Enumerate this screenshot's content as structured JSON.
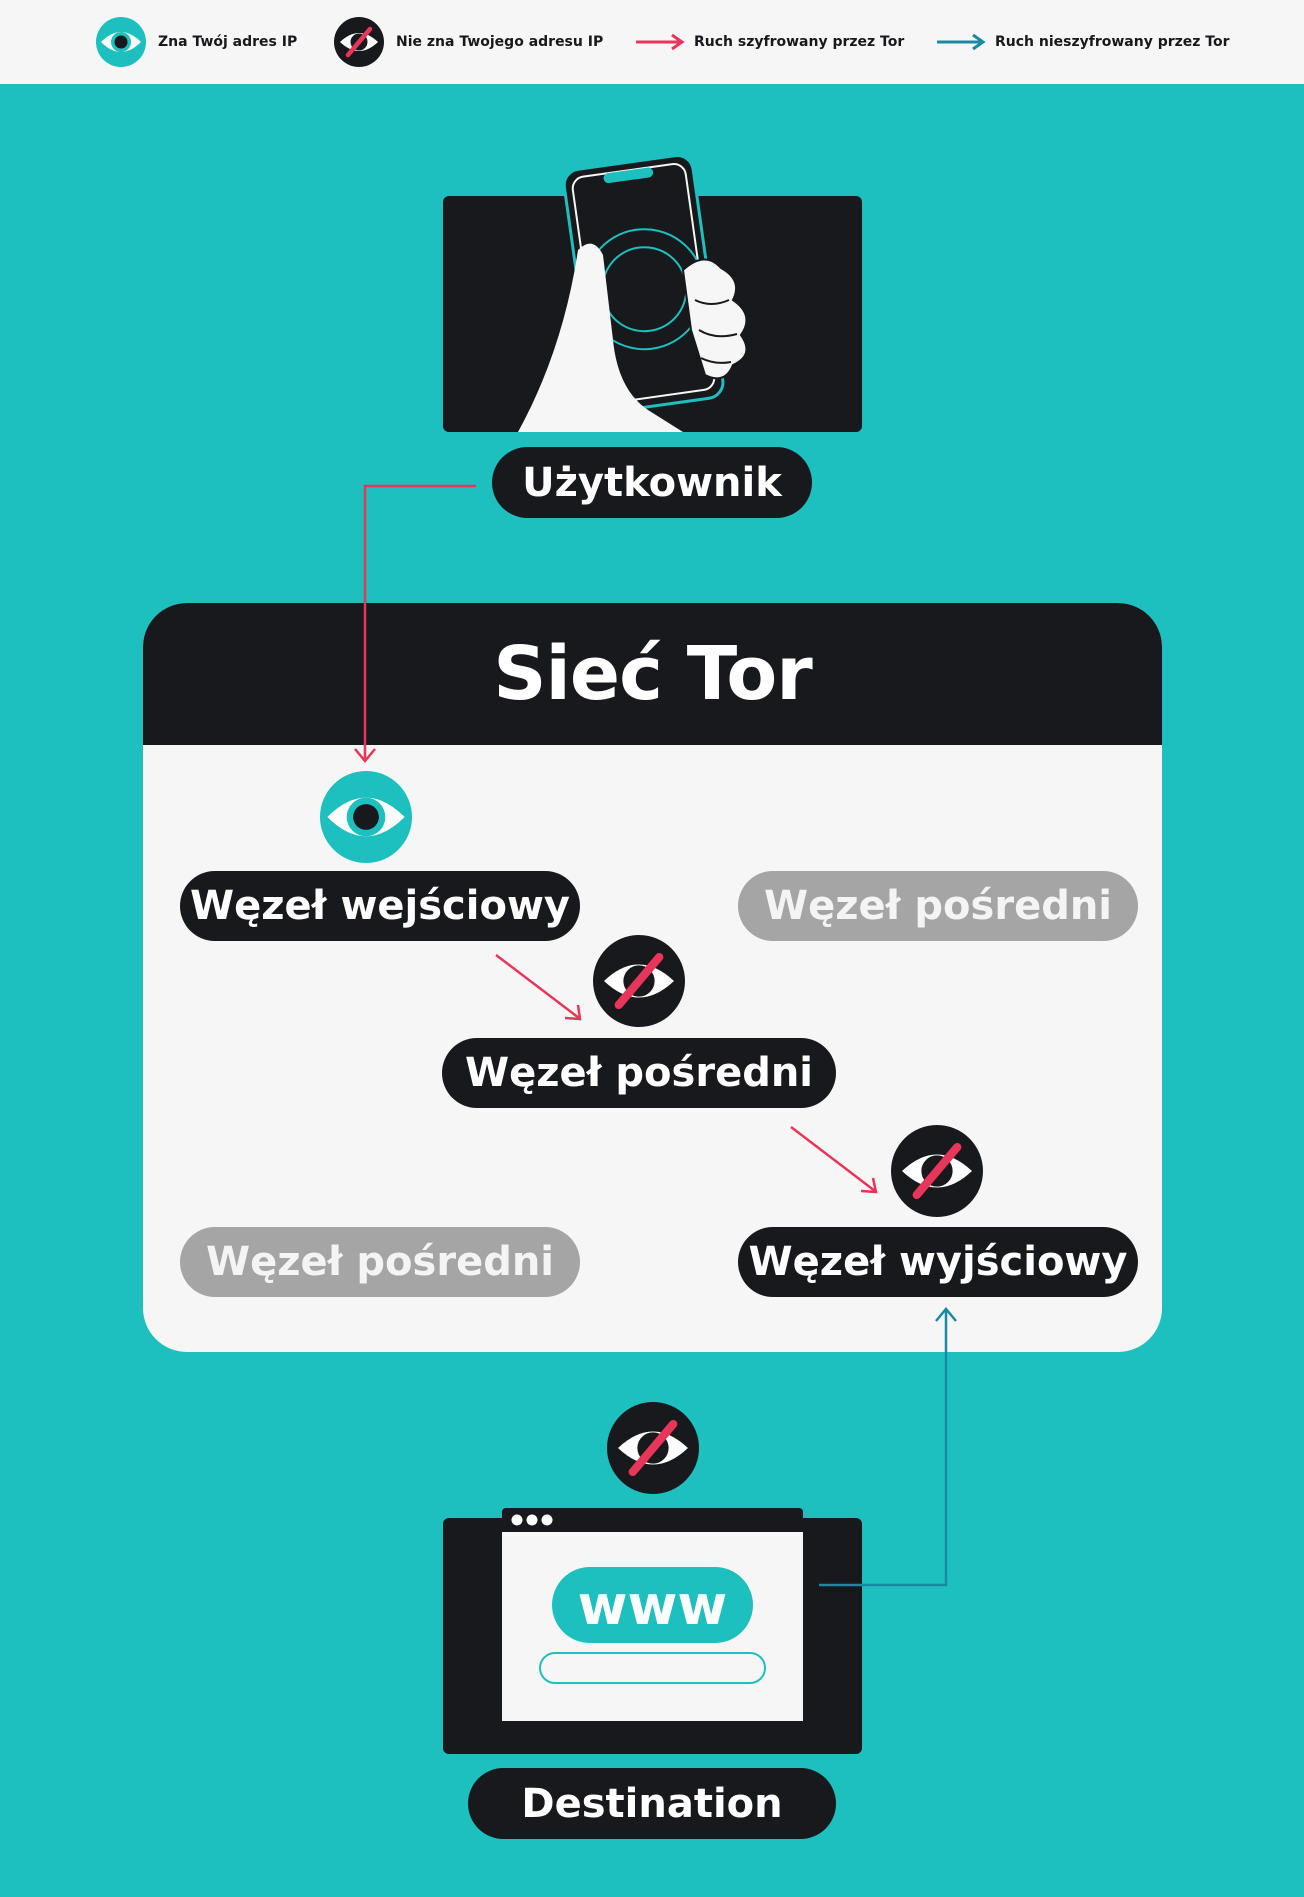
{
  "legend": {
    "knows_ip": "Zna Twój adres IP",
    "not_knows_ip": "Nie zna Twojego adresu IP",
    "encrypted": "Ruch szyfrowany przez Tor",
    "unencrypted": "Ruch nieszyfrowany przez Tor"
  },
  "user": {
    "label": "Użytkownik"
  },
  "network": {
    "title": "Sieć Tor"
  },
  "nodes": {
    "entry": "Węzeł wejściowy",
    "middle_inactive_top": "Węzeł pośredni",
    "middle_active": "Węzeł pośredni",
    "middle_inactive_bottom": "Węzeł pośredni",
    "exit": "Węzeł wyjściowy"
  },
  "destination": {
    "label": "Destination",
    "www_text": "www"
  },
  "colors": {
    "background": "#1ebfbf",
    "dark": "#17191c",
    "encrypted_arrow": "#e8365a",
    "unencrypted_arrow": "#1a8aa0",
    "inactive_node": "#a5a5a5",
    "panel": "#f6f6f6"
  },
  "icons": {
    "visible": "eye-icon",
    "hidden": "eye-slash-icon",
    "user": "hand-phone-icon",
    "destination": "browser-window-icon"
  }
}
